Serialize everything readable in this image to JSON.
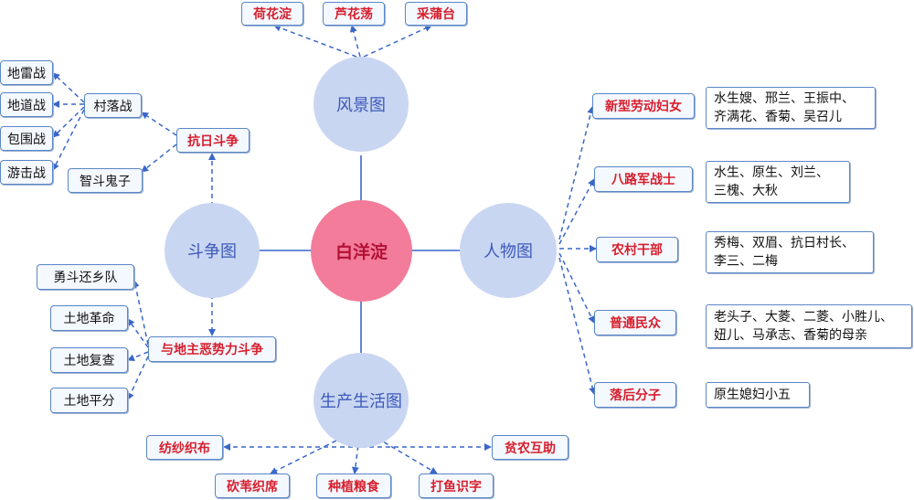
{
  "colors": {
    "center_fill": "#f27c9a",
    "center_text": "#b31034",
    "satellite_fill": "#c9d6f2",
    "satellite_text": "#3d5ab8",
    "box_border": "#5a86c6",
    "highlight_text": "#d61e2c",
    "connector": "#3a67c8"
  },
  "center": {
    "label": "白洋淀"
  },
  "scenery": {
    "label": "风景图",
    "items": [
      "荷花淀",
      "芦花荡",
      "采蒲台"
    ]
  },
  "struggle": {
    "label": "斗争图",
    "anti_japan": {
      "label": "抗日斗争",
      "village_war": {
        "label": "村落战",
        "items": [
          "地雷战",
          "地道战",
          "包围战",
          "游击战"
        ]
      },
      "wit": "智斗鬼子"
    },
    "landlord": {
      "label": "与地主恶势力斗争",
      "items": [
        "勇斗还乡队",
        "土地革命",
        "土地复查",
        "土地平分"
      ]
    }
  },
  "people": {
    "label": "人物图",
    "groups": [
      {
        "label": "新型劳动妇女",
        "members": [
          "水生嫂、邢兰、王振中、",
          "齐满花、香菊、吴召儿"
        ]
      },
      {
        "label": "八路军战士",
        "members": [
          "水生、原生、刘兰、",
          "三槐、大秋"
        ]
      },
      {
        "label": "农村干部",
        "members": [
          "秀梅、双眉、抗日村长、",
          "李三、二梅"
        ]
      },
      {
        "label": "普通民众",
        "members": [
          "老头子、大菱、二菱、小胜儿、",
          "妞儿、马承志、香菊的母亲"
        ]
      },
      {
        "label": "落后分子",
        "members": [
          "原生媳妇小五"
        ]
      }
    ]
  },
  "life": {
    "label": "生产生活图",
    "items": [
      "纺纱织布",
      "贫农互助",
      "砍苇织席",
      "种植粮食",
      "打鱼识字"
    ]
  }
}
